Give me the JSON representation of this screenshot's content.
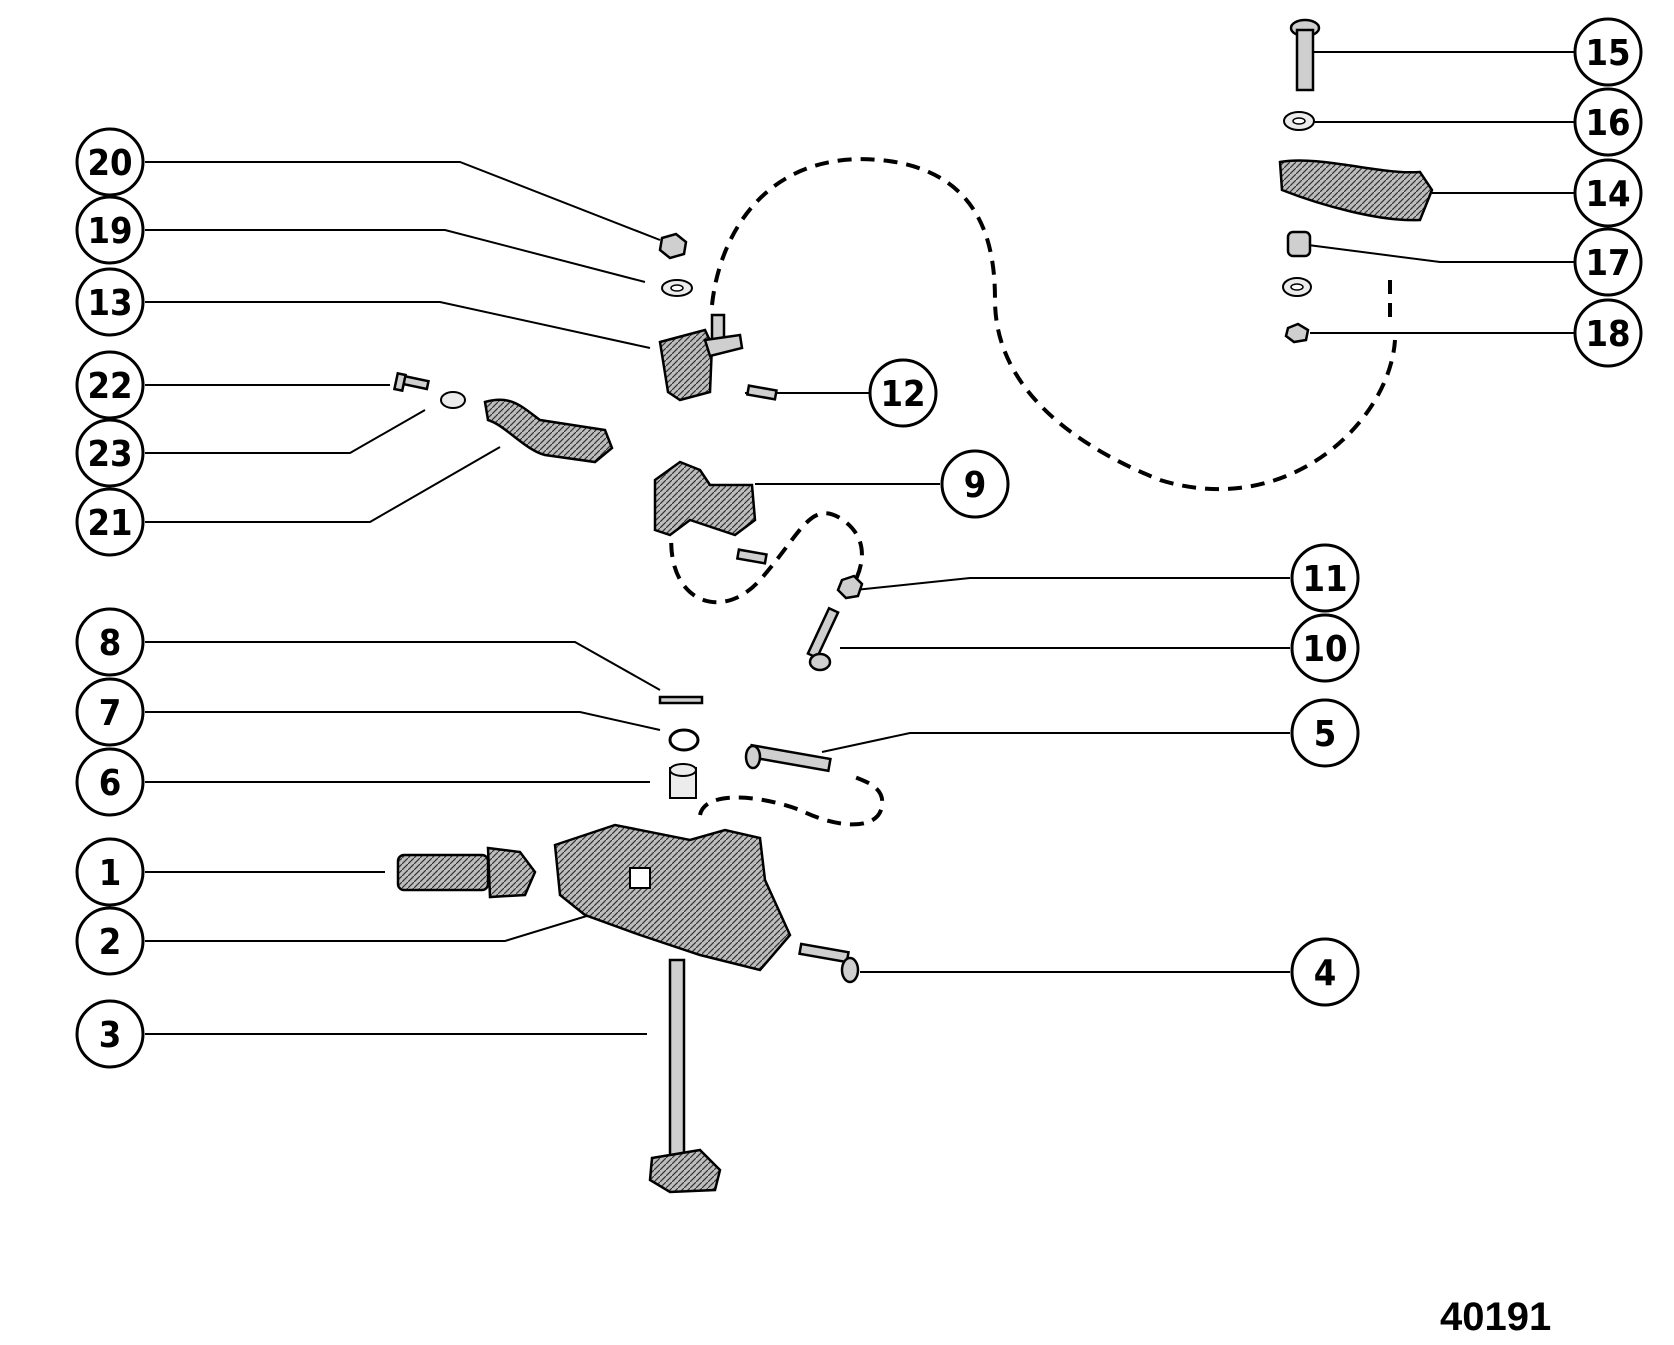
{
  "drawing_number": "40191",
  "callouts": [
    {
      "id": "20",
      "label": "20"
    },
    {
      "id": "19",
      "label": "19"
    },
    {
      "id": "13",
      "label": "13"
    },
    {
      "id": "22",
      "label": "22"
    },
    {
      "id": "23",
      "label": "23"
    },
    {
      "id": "21",
      "label": "21"
    },
    {
      "id": "12",
      "label": "12"
    },
    {
      "id": "9",
      "label": "9"
    },
    {
      "id": "11",
      "label": "11"
    },
    {
      "id": "10",
      "label": "10"
    },
    {
      "id": "8",
      "label": "8"
    },
    {
      "id": "7",
      "label": "7"
    },
    {
      "id": "6",
      "label": "6"
    },
    {
      "id": "5",
      "label": "5"
    },
    {
      "id": "1",
      "label": "1"
    },
    {
      "id": "2",
      "label": "2"
    },
    {
      "id": "3",
      "label": "3"
    },
    {
      "id": "4",
      "label": "4"
    },
    {
      "id": "15",
      "label": "15"
    },
    {
      "id": "16",
      "label": "16"
    },
    {
      "id": "14",
      "label": "14"
    },
    {
      "id": "17",
      "label": "17"
    },
    {
      "id": "18",
      "label": "18"
    }
  ]
}
